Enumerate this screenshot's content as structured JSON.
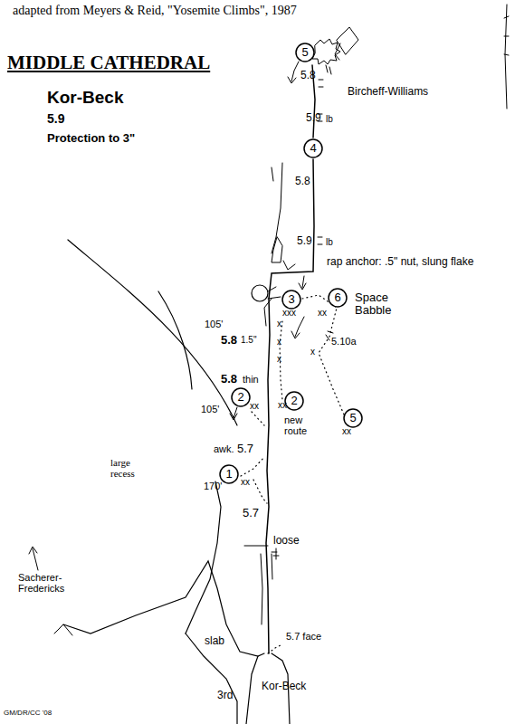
{
  "diagram": {
    "title": "MIDDLE CATHEDRAL",
    "nodes": [
      {
        "text": [
          "5"
        ]
      },
      {
        "text": [
          "4"
        ]
      },
      {
        "text": [
          "3"
        ]
      },
      {
        "text": [
          "6"
        ]
      },
      {
        "text": [
          "2"
        ]
      },
      {
        "text": [
          "2"
        ]
      },
      {
        "text": [
          "5"
        ]
      },
      {
        "text": [
          "1"
        ]
      }
    ],
    "labels": [
      "adapted from Meyers & Reid, \"Yosemite Climbs\", 1987",
      "Kor-Beck",
      "5.9",
      "Protection to 3\"",
      "5.8",
      "Bircheff-Williams",
      "5.9",
      "lb",
      "5.8",
      "5.9",
      "lb",
      "rap anchor: .5\" nut, slung flake",
      "105'",
      "xxx",
      "xx",
      "Space Babble",
      "5.8",
      "1.5\"",
      "x",
      "x",
      "x",
      "5.10a",
      "x",
      "5.8",
      "thin",
      "105'",
      "xx",
      "xx",
      "new route",
      "xx",
      "awk.",
      "5.7",
      "large recess",
      "170'",
      "xx",
      "5.7",
      "loose",
      "Sacherer-Fredericks",
      "slab",
      "5.7 face",
      "Kor-Beck",
      "3rd",
      "GM/DR/CC '08"
    ]
  }
}
